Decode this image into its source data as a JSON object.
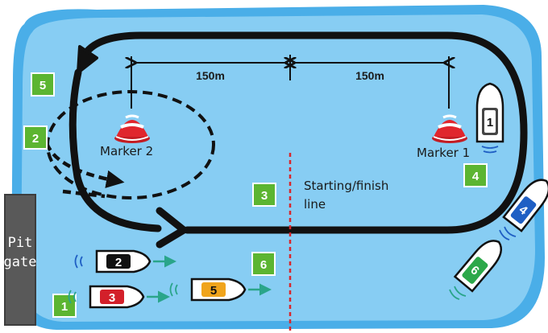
{
  "colors": {
    "water_outer": "#4aaee8",
    "water_inner": "#87cdf3",
    "badge": "#5cb531",
    "course_line": "#111111",
    "finish_line": "#d9262b",
    "wake": "#2aa58a",
    "pit": "#595959"
  },
  "distances": {
    "left": "150m",
    "right": "150m"
  },
  "markers": {
    "marker2": "Marker 2",
    "marker1": "Marker 1"
  },
  "finish_line_label": {
    "line1": "Starting/finish",
    "line2": "line"
  },
  "pit": {
    "line1": "Pit",
    "line2": "gate"
  },
  "badges": [
    "1",
    "2",
    "3",
    "4",
    "5",
    "6"
  ],
  "boats": [
    {
      "number": "1",
      "body": "#ffffff",
      "plate": "#ffffff",
      "text": "#111111"
    },
    {
      "number": "2",
      "body": "#ffffff",
      "plate": "#111111",
      "text": "#ffffff"
    },
    {
      "number": "3",
      "body": "#ffffff",
      "plate": "#d3202a",
      "text": "#ffffff"
    },
    {
      "number": "4",
      "body": "#ffffff",
      "plate": "#1f5fc4",
      "text": "#ffffff"
    },
    {
      "number": "5",
      "body": "#ffffff",
      "plate": "#f0a41c",
      "text": "#111111"
    },
    {
      "number": "6",
      "body": "#ffffff",
      "plate": "#2ca84a",
      "text": "#ffffff"
    }
  ]
}
